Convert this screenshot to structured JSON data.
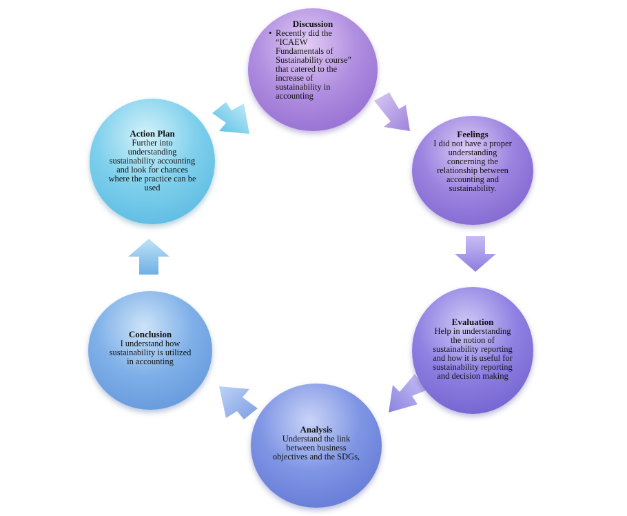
{
  "nodes": {
    "discussion": {
      "title": "Discussion",
      "body": "Recently did the\n“ICAEW\nFundamentals of\nSustainability course”\nthat catered to the\nincrease of\nsustainability in\naccounting"
    },
    "feelings": {
      "title": "Feelings",
      "body": "I did not have a proper\nunderstanding\nconcerning the\nrelationship between\naccounting and\nsustainability."
    },
    "evaluation": {
      "title": "Evaluation",
      "body": "Help in understanding\nthe notion of\nsustainability reporting\nand how it is useful for\nsustainability reporting\nand decision making"
    },
    "analysis": {
      "title": "Analysis",
      "body": "Understand the link\nbetween business\nobjectives and the SDGs,"
    },
    "conclusion": {
      "title": "Conclusion",
      "body": "I understand how\nsustainability is utilized\nin accounting"
    },
    "action_plan": {
      "title": "Action Plan",
      "body": "Further into\nunderstanding\nsustainability accounting\nand look for chances\nwhere the practice can be\nused"
    }
  },
  "colors": {
    "discussion": "#a98ad9",
    "feelings": "#8f7adb",
    "evaluation": "#7f74db",
    "analysis": "#6f86dd",
    "conclusion": "#6fa4e3",
    "action_plan": "#5cc1e4",
    "arrow_purple": "#b39ce6",
    "arrow_violet": "#a190e4",
    "arrow_blue": "#7da8e4",
    "arrow_cyan": "#62c3e4"
  }
}
